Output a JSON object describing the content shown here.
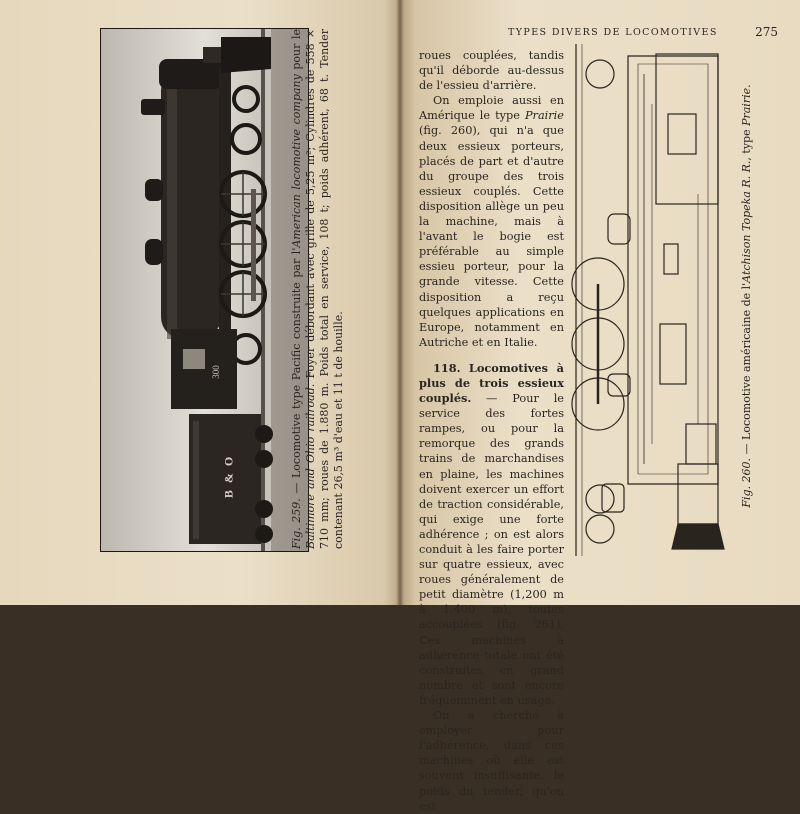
{
  "left_page": {
    "photo": {
      "tender_lettering": "B & O",
      "cab_number": "300"
    },
    "caption": {
      "fig_label": "Fig. 259.",
      "dash": " — ",
      "part1": "Locomotive type Pacific construite par l'",
      "italic_company": "American locomotive company",
      "part2": " pour le ",
      "italic_railroad": "Baltimore and Ohio railroad",
      "part3": ". Foyer débordant avec grille de 5,25 m²; Cylindres de 558 × 710 mm; roues de 1.880 m. Poids total en service, 108 t; poids adhérent, 68 t. Tender contenant 26,5 m³ d'eau et 11 t de houille."
    }
  },
  "right_page": {
    "running_head": "TYPES DIVERS DE LOCOMOTIVES",
    "page_number": "275",
    "paragraphs": {
      "p1": "roues couplées, tandis qu'il déborde au-dessus de l'essieu d'arrière.",
      "p2_a": "On emploie aussi en Amérique le type ",
      "p2_italic": "Prairie",
      "p2_b": " (fig. 260), qui n'a que deux essieux porteurs, placés de part et d'autre du groupe des trois essieux couplés. Cette disposition allège un peu la machine, mais à l'avant le bogie est préférable au simple essieu porteur, pour la grande vitesse. Cette disposition a reçu quelques applications en Europe, notamment en Autriche et en Italie.",
      "section_number": "118.",
      "section_title": "Locomotives à plus de trois essieux couplés.",
      "section_dash": " — ",
      "p3": "Pour le service des fortes rampes, ou pour la remorque des grands trains de marchandises en plaine, les machines doivent exercer un effort de traction considérable, qui exige une forte adhérence ; on est alors conduit à les faire porter sur quatre essieux, avec roues généralement de petit diamètre (1,200 m à 1,400 m), toutes accouplées (fig. 261). Ces machines à adhérence totale ont été construites en grand nombre et sont encore fréquemment en usage.",
      "p4": "On a cherché à employer pour l'adhérence, dans ces machines où elle est souvent insuffisante, le poids du tender, qu'on est"
    },
    "caption": {
      "fig_label": "Fig. 260.",
      "dash": " — ",
      "part1": "Locomotive américaine de l'",
      "italic_railroad": "Atchison Topeka R. R.",
      "part2": ", type ",
      "italic_type": "Prairie",
      "part3": "."
    }
  }
}
